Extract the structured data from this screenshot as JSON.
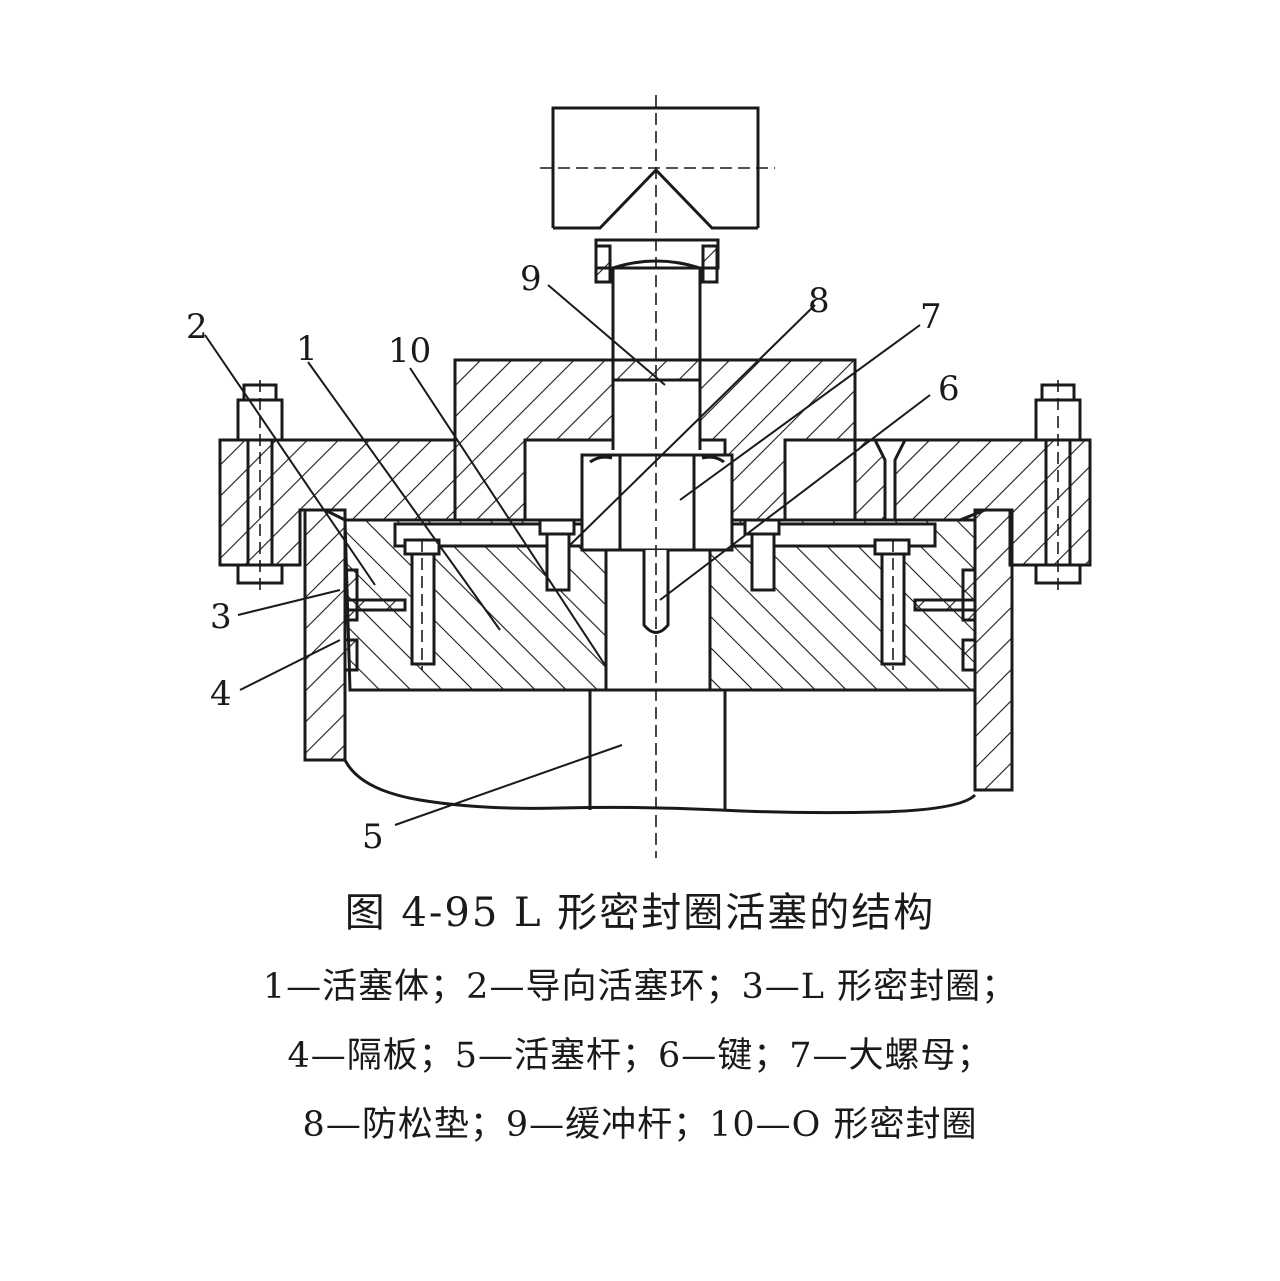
{
  "figure": {
    "caption": "图 4-95   L 形密封圈活塞的结构",
    "legend_lines": [
      "1—活塞体；2—导向活塞环；3—L 形密封圈；",
      "4—隔板；5—活塞杆；6—键；7—大螺母；",
      "8—防松垫；9—缓冲杆；10—O 形密封圈"
    ]
  },
  "callouts": {
    "c1": "1",
    "c2": "2",
    "c3": "3",
    "c4": "4",
    "c5": "5",
    "c6": "6",
    "c7": "7",
    "c8": "8",
    "c9": "9",
    "c10": "10"
  },
  "colors": {
    "ink": "#1a1a1a",
    "paper": "#ffffff"
  }
}
